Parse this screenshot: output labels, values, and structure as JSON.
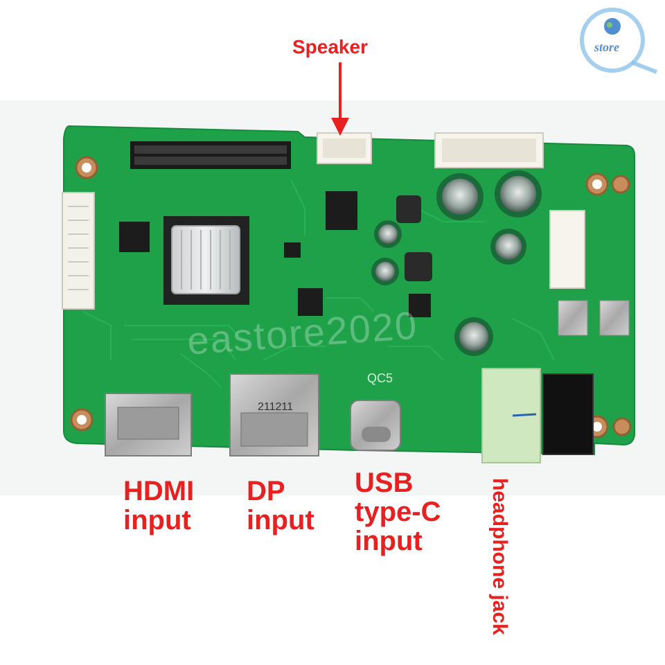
{
  "labels": {
    "speaker": "Speaker",
    "hdmi": "HDMI\ninput",
    "dp": "DP\ninput",
    "usb": "USB\ntype-C\ninput",
    "headphone": "headphone jack"
  },
  "logo": {
    "text": "store"
  },
  "watermark": "eastore2020",
  "board_markings": {
    "qc": "QC5",
    "dp_code": "211211"
  },
  "colors": {
    "label_red": "#e8201f",
    "pcb_green": "#1fa14a",
    "background": "#ffffff"
  }
}
